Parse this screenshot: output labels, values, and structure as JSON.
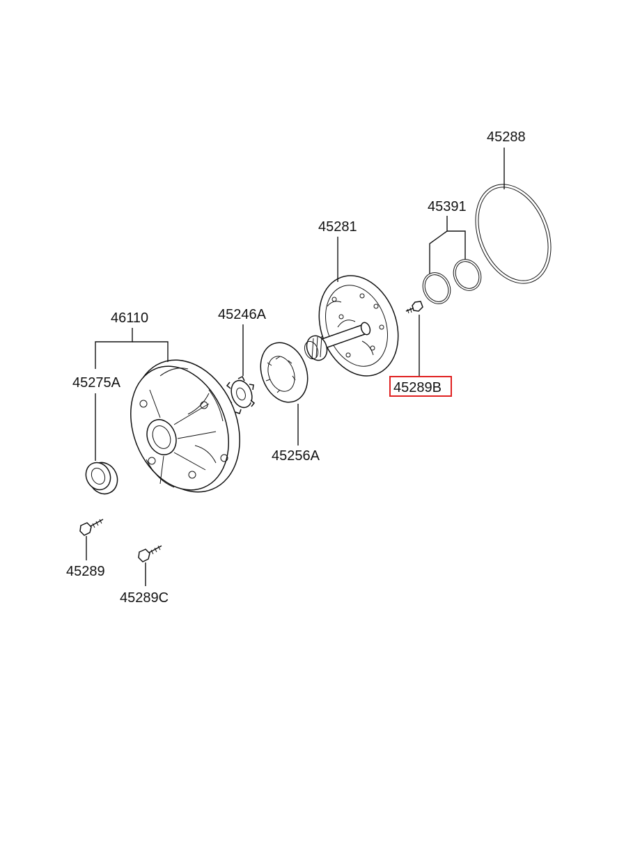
{
  "parts": [
    {
      "id": "p45288",
      "number": "45288",
      "name": "o-ring-large"
    },
    {
      "id": "p45391",
      "number": "45391",
      "name": "o-rings"
    },
    {
      "id": "p45281",
      "number": "45281",
      "name": "pump-stator-shaft"
    },
    {
      "id": "p45246A",
      "number": "45246A",
      "name": "drive-gear"
    },
    {
      "id": "p46110",
      "number": "46110",
      "name": "oil-pump-body"
    },
    {
      "id": "p45275A",
      "number": "45275A",
      "name": "oil-seal"
    },
    {
      "id": "p45256A",
      "number": "45256A",
      "name": "driven-gear"
    },
    {
      "id": "p45289B",
      "number": "45289B",
      "name": "bolt"
    },
    {
      "id": "p45289",
      "number": "45289",
      "name": "bolt"
    },
    {
      "id": "p45289C",
      "number": "45289C",
      "name": "bolt"
    }
  ],
  "highlight": {
    "part": "45289B",
    "color": "#e02020"
  },
  "colors": {
    "line": "#111111",
    "background": "#ffffff"
  }
}
